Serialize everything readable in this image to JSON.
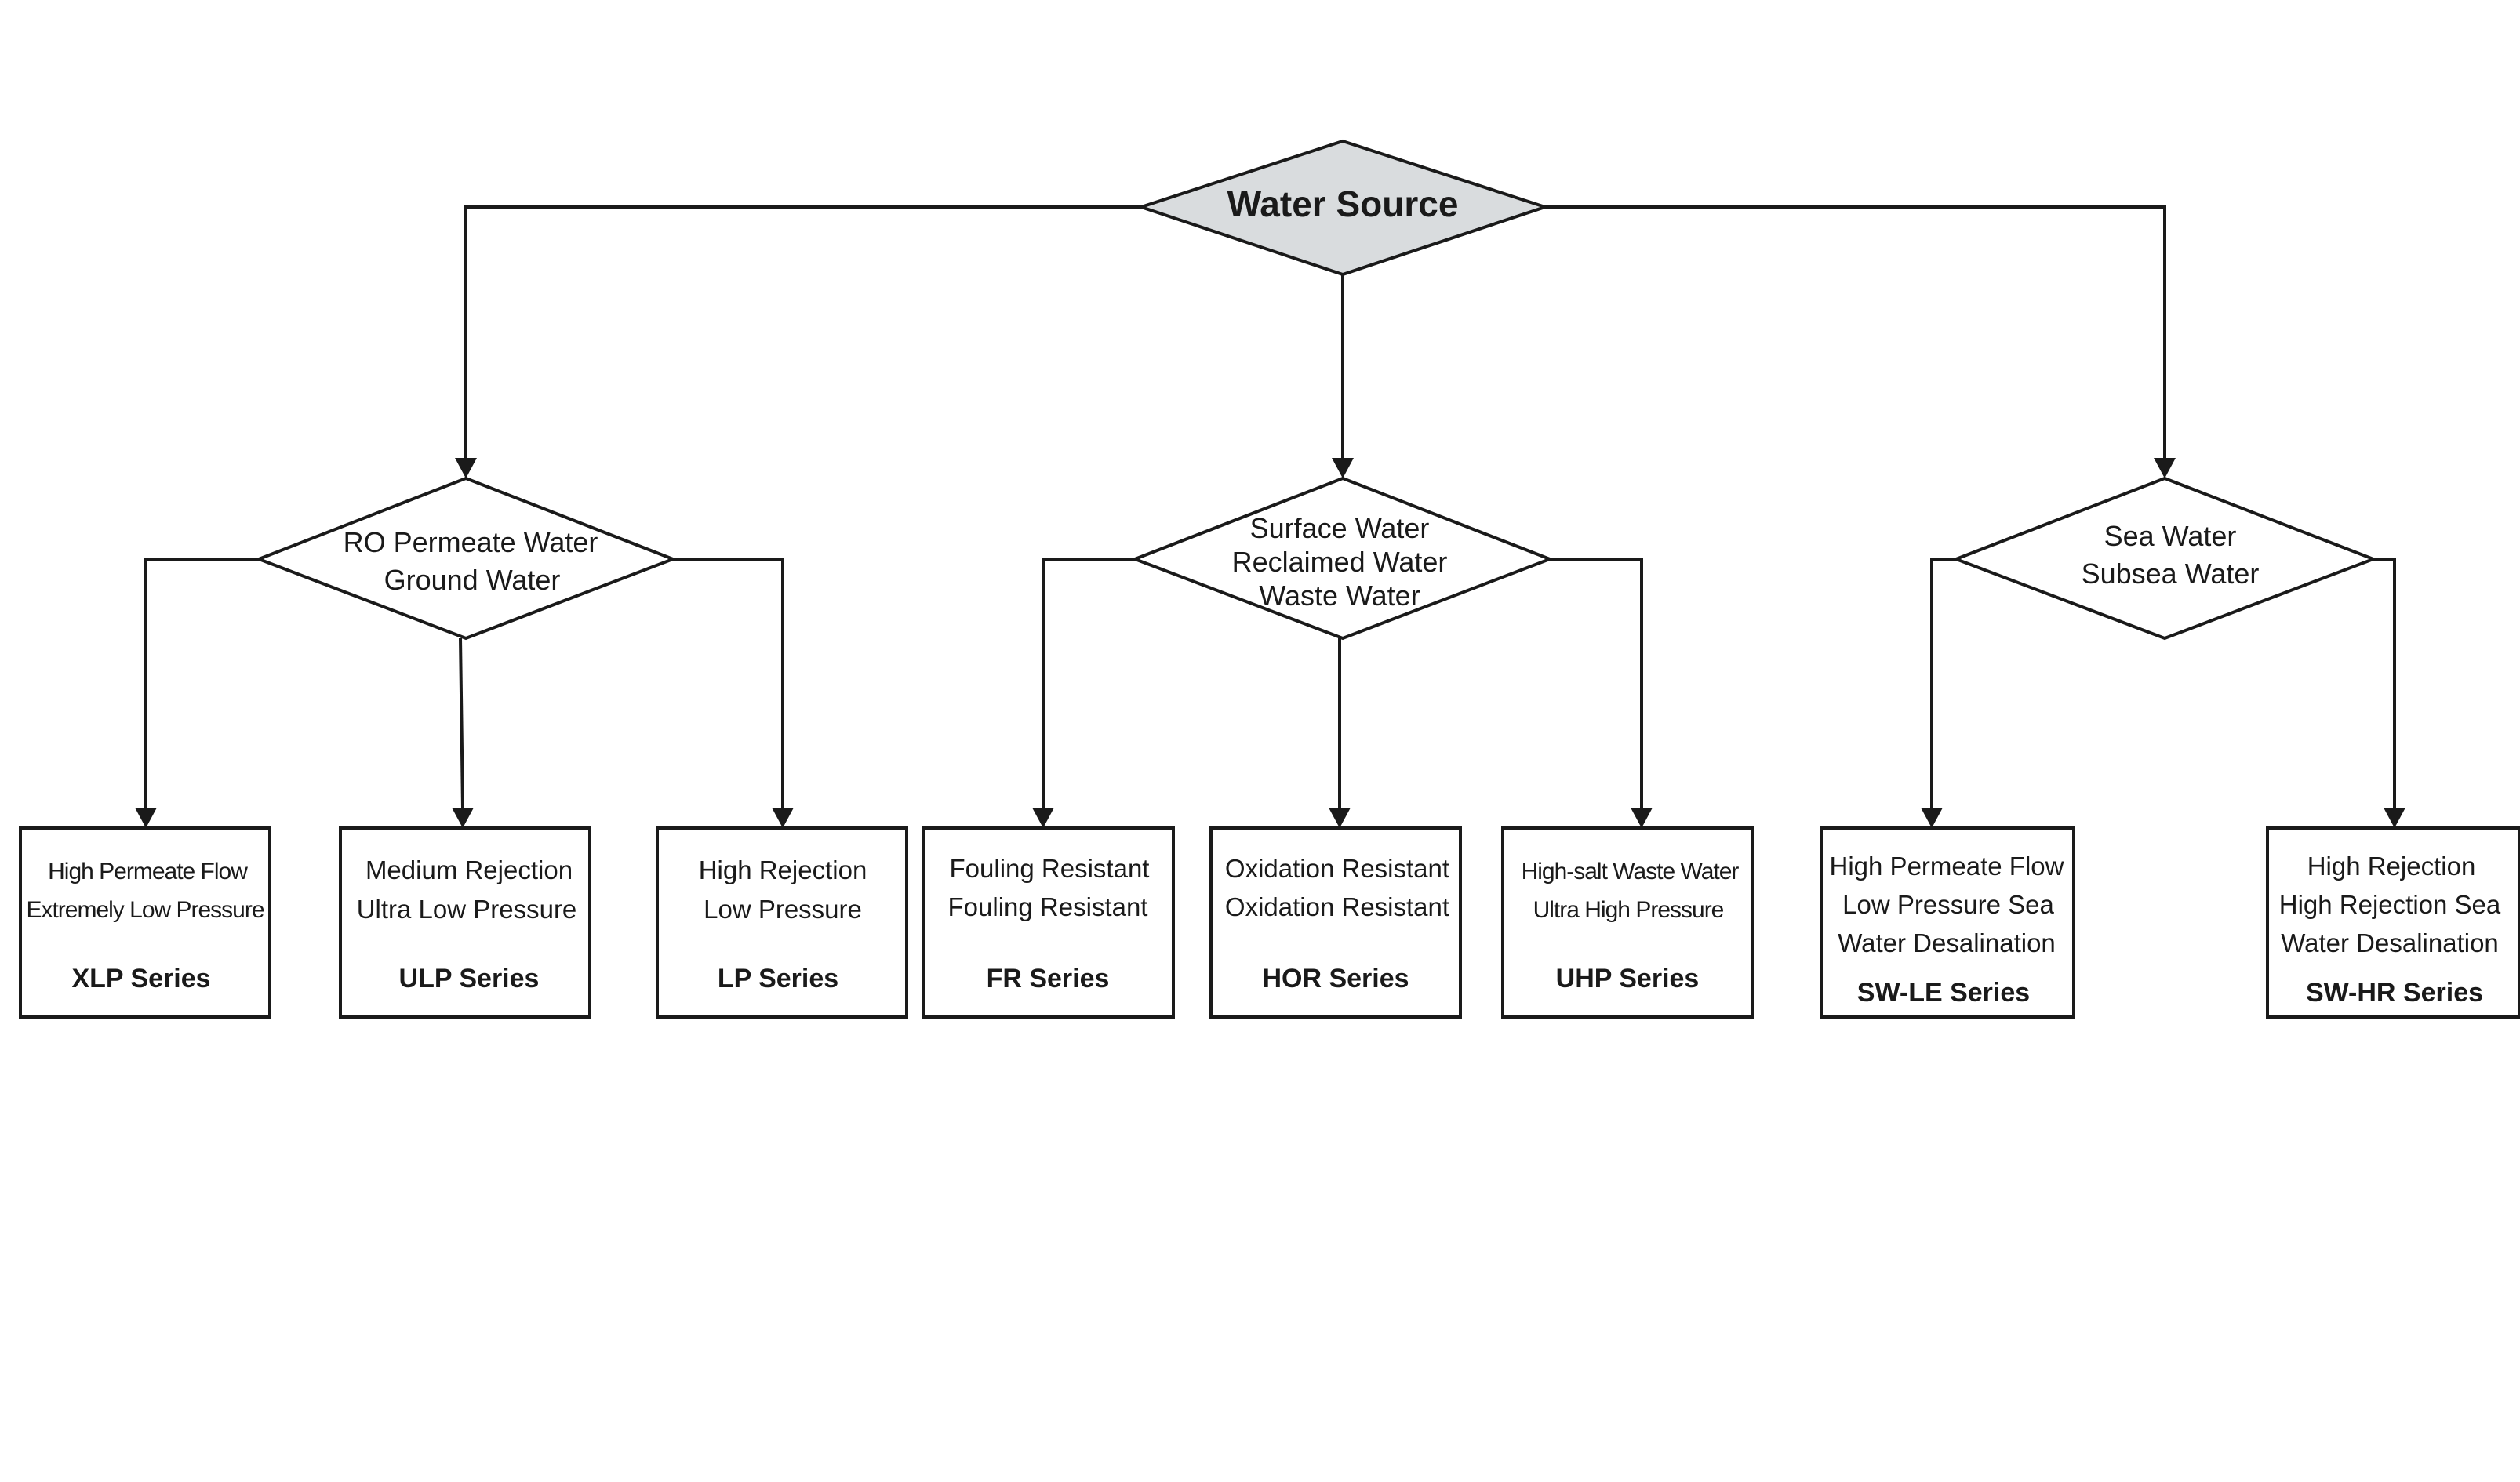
{
  "root": {
    "label": "Water Source"
  },
  "categories": [
    {
      "lines": [
        "RO Permeate Water",
        "Ground Water"
      ]
    },
    {
      "lines": [
        "Surface Water",
        "Reclaimed Water",
        "Waste Water"
      ]
    },
    {
      "lines": [
        "Sea Water",
        "Subsea Water"
      ]
    }
  ],
  "products": [
    {
      "lines": [
        "High Permeate Flow",
        "Extremely Low Pressure"
      ],
      "series": "XLP Series"
    },
    {
      "lines": [
        "Medium Rejection",
        "Ultra Low Pressure"
      ],
      "series": "ULP Series"
    },
    {
      "lines": [
        "High Rejection",
        "Low Pressure"
      ],
      "series": "LP Series"
    },
    {
      "lines": [
        "Fouling Resistant",
        "Fouling Resistant"
      ],
      "series": "FR Series"
    },
    {
      "lines": [
        "Oxidation Resistant",
        "Oxidation Resistant"
      ],
      "series": "HOR Series"
    },
    {
      "lines": [
        "High-salt Waste Water",
        "Ultra High Pressure"
      ],
      "series": "UHP Series"
    },
    {
      "lines": [
        "High Permeate Flow",
        "Low Pressure Sea",
        "Water Desalination"
      ],
      "series": "SW-LE Series"
    },
    {
      "lines": [
        "High Rejection",
        "High Rejection Sea",
        "Water Desalination"
      ],
      "series": "SW-HR Series"
    }
  ]
}
